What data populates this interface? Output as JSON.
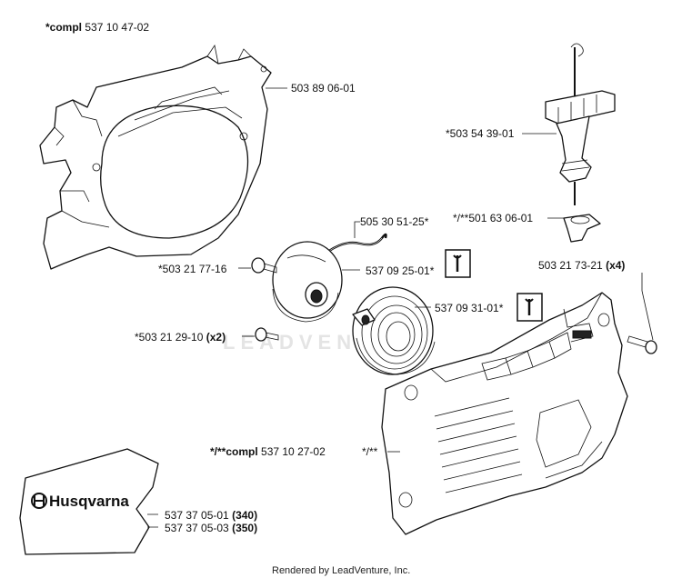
{
  "header": {
    "prefix": "*compl",
    "number": "537 10 47-02"
  },
  "labels": {
    "clutch_cover": "503 89 06-01",
    "handle": "*503 54 39-01",
    "handle_guide": "*/**501 63 06-01",
    "starter_cord": "505 30 51-25*",
    "screw_pulley": "*503 21 77-16",
    "pulley": "537 09 25-01*",
    "screw_cover_num": "503 21 73-21",
    "screw_cover_qty": "(x4)",
    "spring": "537 09 31-01*",
    "screw_spring_num": "*503 21 29-10",
    "screw_spring_qty": "(x2)",
    "starter_cover_prefix": "*/**compl",
    "starter_cover_num": "537 10 27-02",
    "starter_cover_note": "*/**",
    "decal_1_num": "537 37 05-01",
    "decal_1_model": "(340)",
    "decal_2_num": "537 37 05-03",
    "decal_2_model": "(350)"
  },
  "icons": [
    "wrench-icon",
    "wrench-icon"
  ],
  "logo": {
    "text": "Husqvarna"
  },
  "watermark": "LEADVENTURE",
  "footer": "Rendered by LeadVenture, Inc."
}
